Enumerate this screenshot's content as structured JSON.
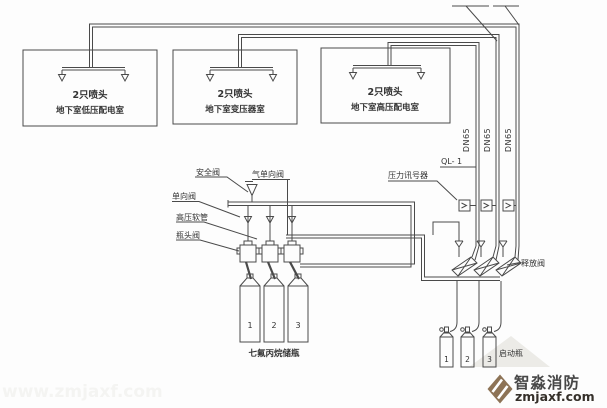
{
  "rooms": [
    {
      "nozzles_label": "2只喷头",
      "name": "地下室低压配电室"
    },
    {
      "nozzles_label": "2只喷头",
      "name": "地下室变压器室"
    },
    {
      "nozzles_label": "2只喷头",
      "name": "地下室高压配电室"
    }
  ],
  "pipe_labels": {
    "dn_1": "DN65",
    "dn_2": "DN65",
    "dn_3": "DN65",
    "zone": "QL- 1"
  },
  "component_labels": {
    "safety_valve": "安全阀",
    "gas_check_valve": "气单向阀",
    "check_valve": "单向阀",
    "high_pressure_hose": "高压软管",
    "cylinder_head_valve": "瓶头阀",
    "pressure_signal_device": "压力讯号器",
    "release_valve": "释放阀"
  },
  "storage_group": {
    "caption": "七氟丙烷储瓶",
    "cylinder_numbers": [
      "1",
      "2",
      "3"
    ]
  },
  "starter_group": {
    "caption": "启动瓶",
    "cylinder_numbers": [
      "1",
      "2",
      "3"
    ]
  },
  "watermark": {
    "brand": "智淼消防",
    "site": "zmjaxf.com",
    "ghost": "www.zmjaxf.com"
  },
  "colors": {
    "line": "#4a4a4a",
    "text": "#333333",
    "brand_brown": "#8d7356",
    "brand_text": "#474747",
    "site_text": "#35302a"
  }
}
